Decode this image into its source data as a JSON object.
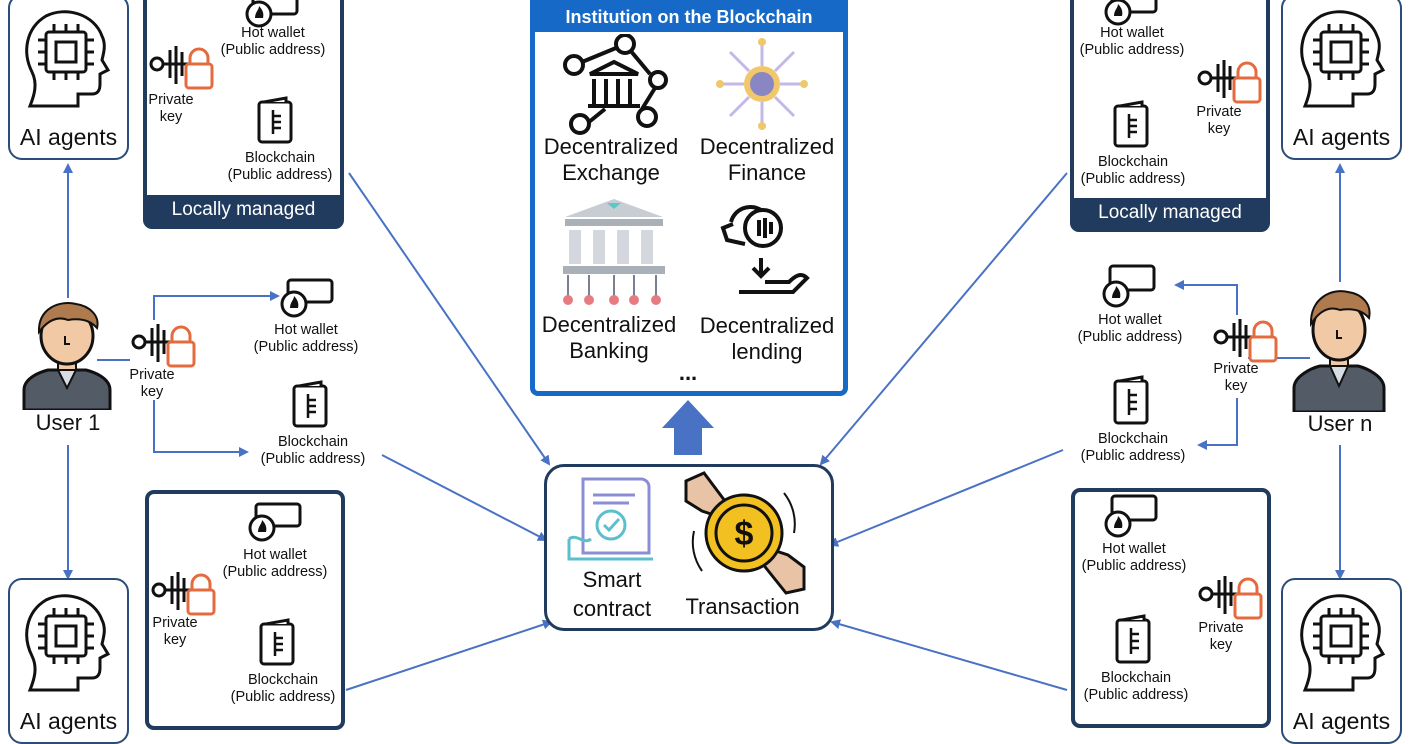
{
  "institution": {
    "title": "Institution on the Blockchain",
    "items": [
      "Decentralized\nExchange",
      "Decentralized\nFinance",
      "Decentralized\nBanking",
      "Decentralized\nlending"
    ],
    "more": "..."
  },
  "center": {
    "smart_contract": "Smart\ncontract",
    "transaction": "Transaction"
  },
  "users": {
    "left": "User 1",
    "right": "User n"
  },
  "agents": {
    "label": "AI agents"
  },
  "wallet": {
    "hot": "Hot wallet\n(Public address)",
    "chain": "Blockchain\n(Public address)",
    "key": "Private\nkey"
  },
  "boxes": {
    "footer": "Locally managed"
  },
  "colors": {
    "arrow": "#4a72c4",
    "box_border": "#203b5d",
    "institution_border": "#1769c7",
    "lock": "#e56b3f"
  }
}
